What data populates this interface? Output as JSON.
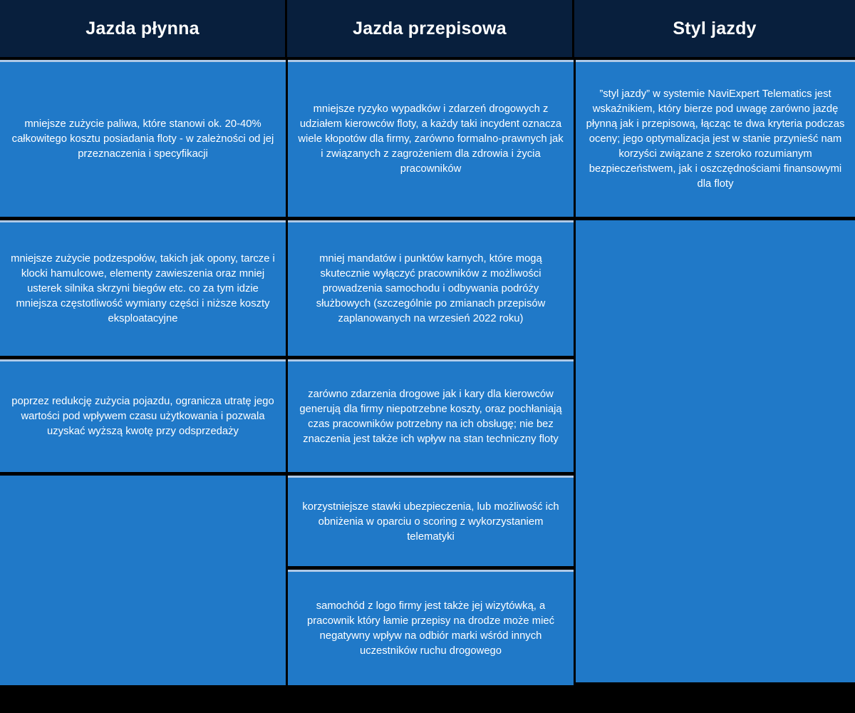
{
  "table": {
    "columns": [
      {
        "id": "jazda-plynna",
        "header": "Jazda płynna"
      },
      {
        "id": "jazda-przepisowa",
        "header": "Jazda przepisowa"
      },
      {
        "id": "styl-jazdy",
        "header": "Styl jazdy"
      }
    ],
    "colors": {
      "header_background": "#081F3D",
      "header_text": "#FFFFFF",
      "cell_background": "#2079C8",
      "cell_border_top": "#AFC9E6",
      "cell_text": "#FFFFFF",
      "page_background": "#000000"
    },
    "column_1_cells": [
      "mniejsze zużycie paliwa, które stanowi ok. 20-40% całkowitego kosztu posiadania floty - w zależności od jej przeznaczenia i specyfikacji",
      "mniejsze zużycie podzespołów, takich jak opony, tarcze i klocki hamulcowe, elementy zawieszenia oraz mniej usterek silnika skrzyni biegów etc. co za tym idzie mniejsza częstotliwość wymiany części i niższe koszty eksploatacyjne",
      "poprzez redukcję zużycia pojazdu, ogranicza utratę jego wartości pod wpływem czasu użytkowania i pozwala uzyskać wyższą kwotę przy odsprzedaży",
      ""
    ],
    "column_2_cells": [
      "mniejsze ryzyko wypadków i zdarzeń drogowych z udziałem kierowców floty, a każdy taki incydent oznacza wiele kłopotów dla firmy, zarówno formalno-prawnych jak i związanych z zagrożeniem dla zdrowia i życia pracowników",
      "mniej mandatów i punktów karnych, które mogą skutecznie wyłączyć pracowników z możliwości prowadzenia samochodu i odbywania podróży służbowych (szczególnie po zmianach przepisów zaplanowanych na wrzesień 2022 roku)",
      "zarówno zdarzenia drogowe jak i kary dla kierowców generują dla firmy niepotrzebne koszty, oraz pochłaniają czas pracowników potrzebny na ich obsługę; nie bez znaczenia jest także ich wpływ na stan techniczny floty",
      "korzystniejsze stawki ubezpieczenia, lub możliwość ich obniżenia w oparciu o scoring z wykorzystaniem telematyki",
      "samochód z logo firmy jest także jej wizytówką, a pracownik który łamie przepisy na drodze może mieć negatywny wpływ na odbiór marki wśród innych uczestników ruchu drogowego"
    ],
    "column_3_cells": [
      "”styl jazdy” w systemie NaviExpert Telematics jest wskaźnikiem, który bierze pod uwagę zarówno jazdę płynną jak i przepisową, łącząc te dwa kryteria podczas oceny; jego optymalizacja jest w stanie przynieść nam korzyści związane z szeroko rozumianym bezpieczeństwem, jak i oszczędnościami finansowymi dla floty",
      ""
    ]
  }
}
